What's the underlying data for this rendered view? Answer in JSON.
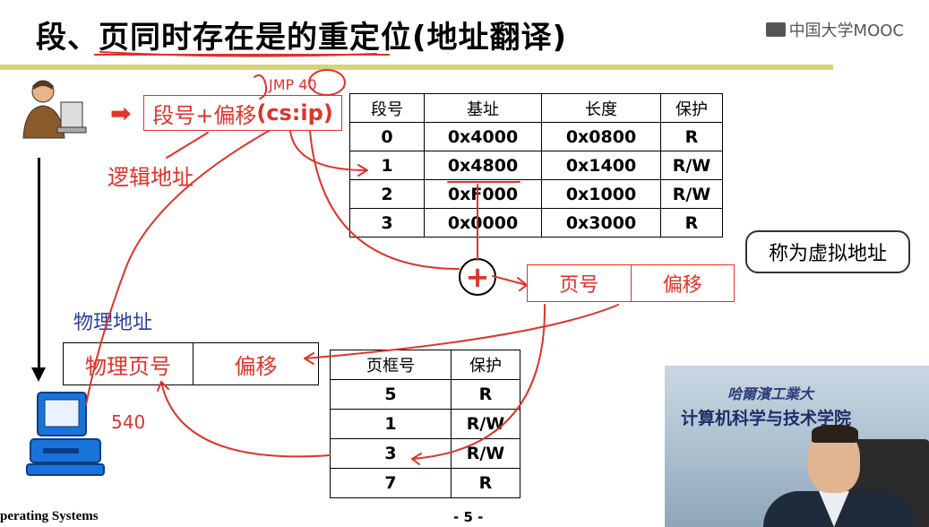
{
  "title": "段、页同时存在是的重定位(地址翻译)",
  "logo": "中国大学MOOC",
  "logical": {
    "box_text_prefix": "段号+偏移",
    "box_text_code": "(cs:ip)",
    "label": "逻辑地址",
    "annotation_jmp": "JMP 40",
    "arrow_glyph": "➡"
  },
  "segment_table": {
    "headers": [
      "段号",
      "基址",
      "长度",
      "保护"
    ],
    "rows": [
      [
        "0",
        "0x4000",
        "0x0800",
        "R"
      ],
      [
        "1",
        "0x4800",
        "0x1400",
        "R/W"
      ],
      [
        "2",
        "0xF000",
        "0x1000",
        "R/W"
      ],
      [
        "3",
        "0x0000",
        "0x3000",
        "R"
      ]
    ]
  },
  "plus_glyph": "+",
  "virtual_address": {
    "page_no": "页号",
    "offset": "偏移",
    "callout": "称为虚拟地址"
  },
  "physical": {
    "label": "物理地址",
    "frame_no": "物理页号",
    "offset": "偏移",
    "annotation": "540"
  },
  "page_table": {
    "headers": [
      "页框号",
      "保护"
    ],
    "rows": [
      [
        "5",
        "R"
      ],
      [
        "1",
        "R/W"
      ],
      [
        "3",
        "R/W"
      ],
      [
        "7",
        "R"
      ]
    ]
  },
  "footer": {
    "left": "perating Systems",
    "page": "- 5 -"
  },
  "video": {
    "board_top": "哈爾濱工業大",
    "board_main": "计算机科学与技术学院"
  },
  "colors": {
    "red": "#e0332a",
    "title_rule": "#d8d27a",
    "physical_label": "#2a3fa0"
  }
}
